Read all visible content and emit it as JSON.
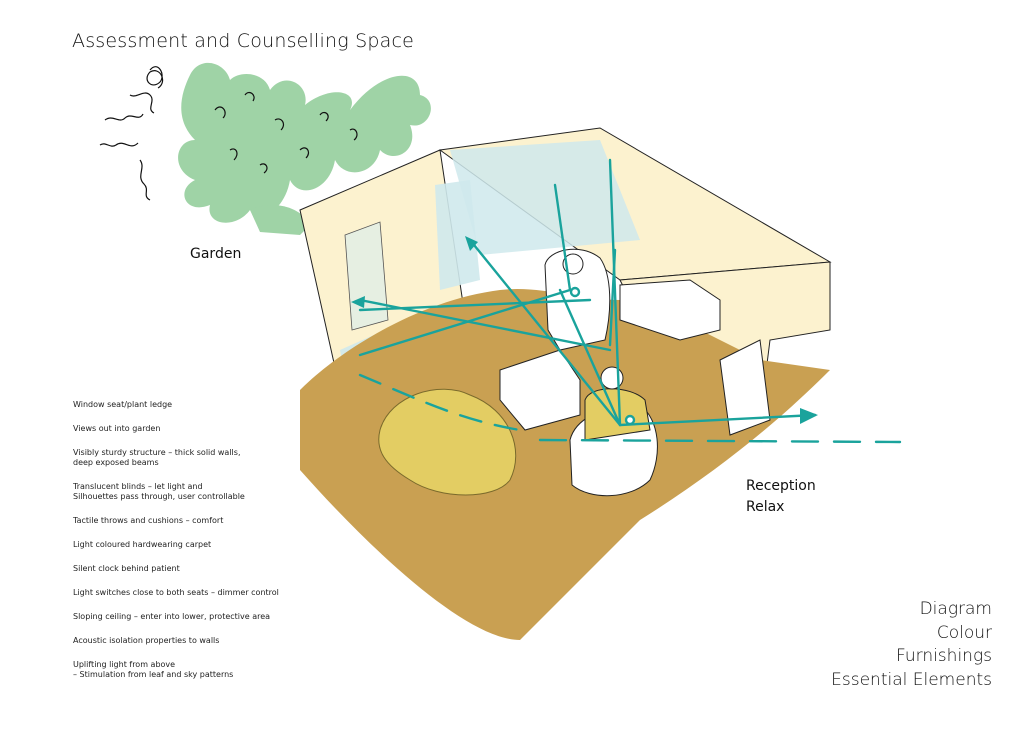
{
  "title": "Assessment and Counselling Space",
  "labels": {
    "garden": "Garden",
    "reception": "Reception",
    "relax": "Relax"
  },
  "notes": [
    "Window seat/plant ledge",
    "Views out into garden",
    "Visibly sturdy structure – thick solid walls,\ndeep exposed beams",
    "Translucent blinds – let light and\nSilhouettes pass through, user controllable",
    "Tactile throws and cushions – comfort",
    "Light coloured hardwearing carpet",
    "Silent clock behind patient",
    "Light switches close to both seats – dimmer control",
    "Sloping ceiling – enter into lower, protective area",
    "Acoustic isolation properties to walls",
    "Uplifting light from above\n– Stimulation from leaf and sky patterns"
  ],
  "legend": [
    "Diagram",
    "Colour",
    "Furnishings",
    "Essential Elements"
  ],
  "colors": {
    "garden_green": "#9fd3a6",
    "wall_cream": "#fcf2cf",
    "carpet": "#c9a052",
    "cushion_yellow": "#e3cd63",
    "glass_blue": "#cfe9ec",
    "arrow_teal": "#1aa39c"
  }
}
